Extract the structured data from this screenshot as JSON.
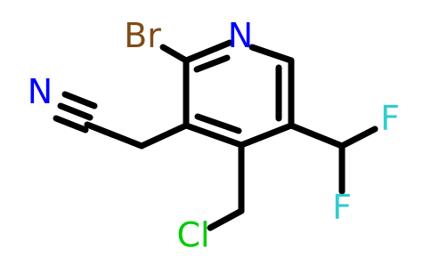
{
  "molecule": {
    "atoms": {
      "br": {
        "symbol": "Br",
        "color": "#7f4c19"
      },
      "n_ring": {
        "symbol": "N",
        "color": "#0000ff"
      },
      "n_nitrile": {
        "symbol": "N",
        "color": "#0000ff"
      },
      "cl": {
        "symbol": "Cl",
        "color": "#00cc00"
      },
      "f_top": {
        "symbol": "F",
        "color": "#33cccc"
      },
      "f_bottom": {
        "symbol": "F",
        "color": "#33cccc"
      }
    },
    "bond_color": "#000000"
  }
}
